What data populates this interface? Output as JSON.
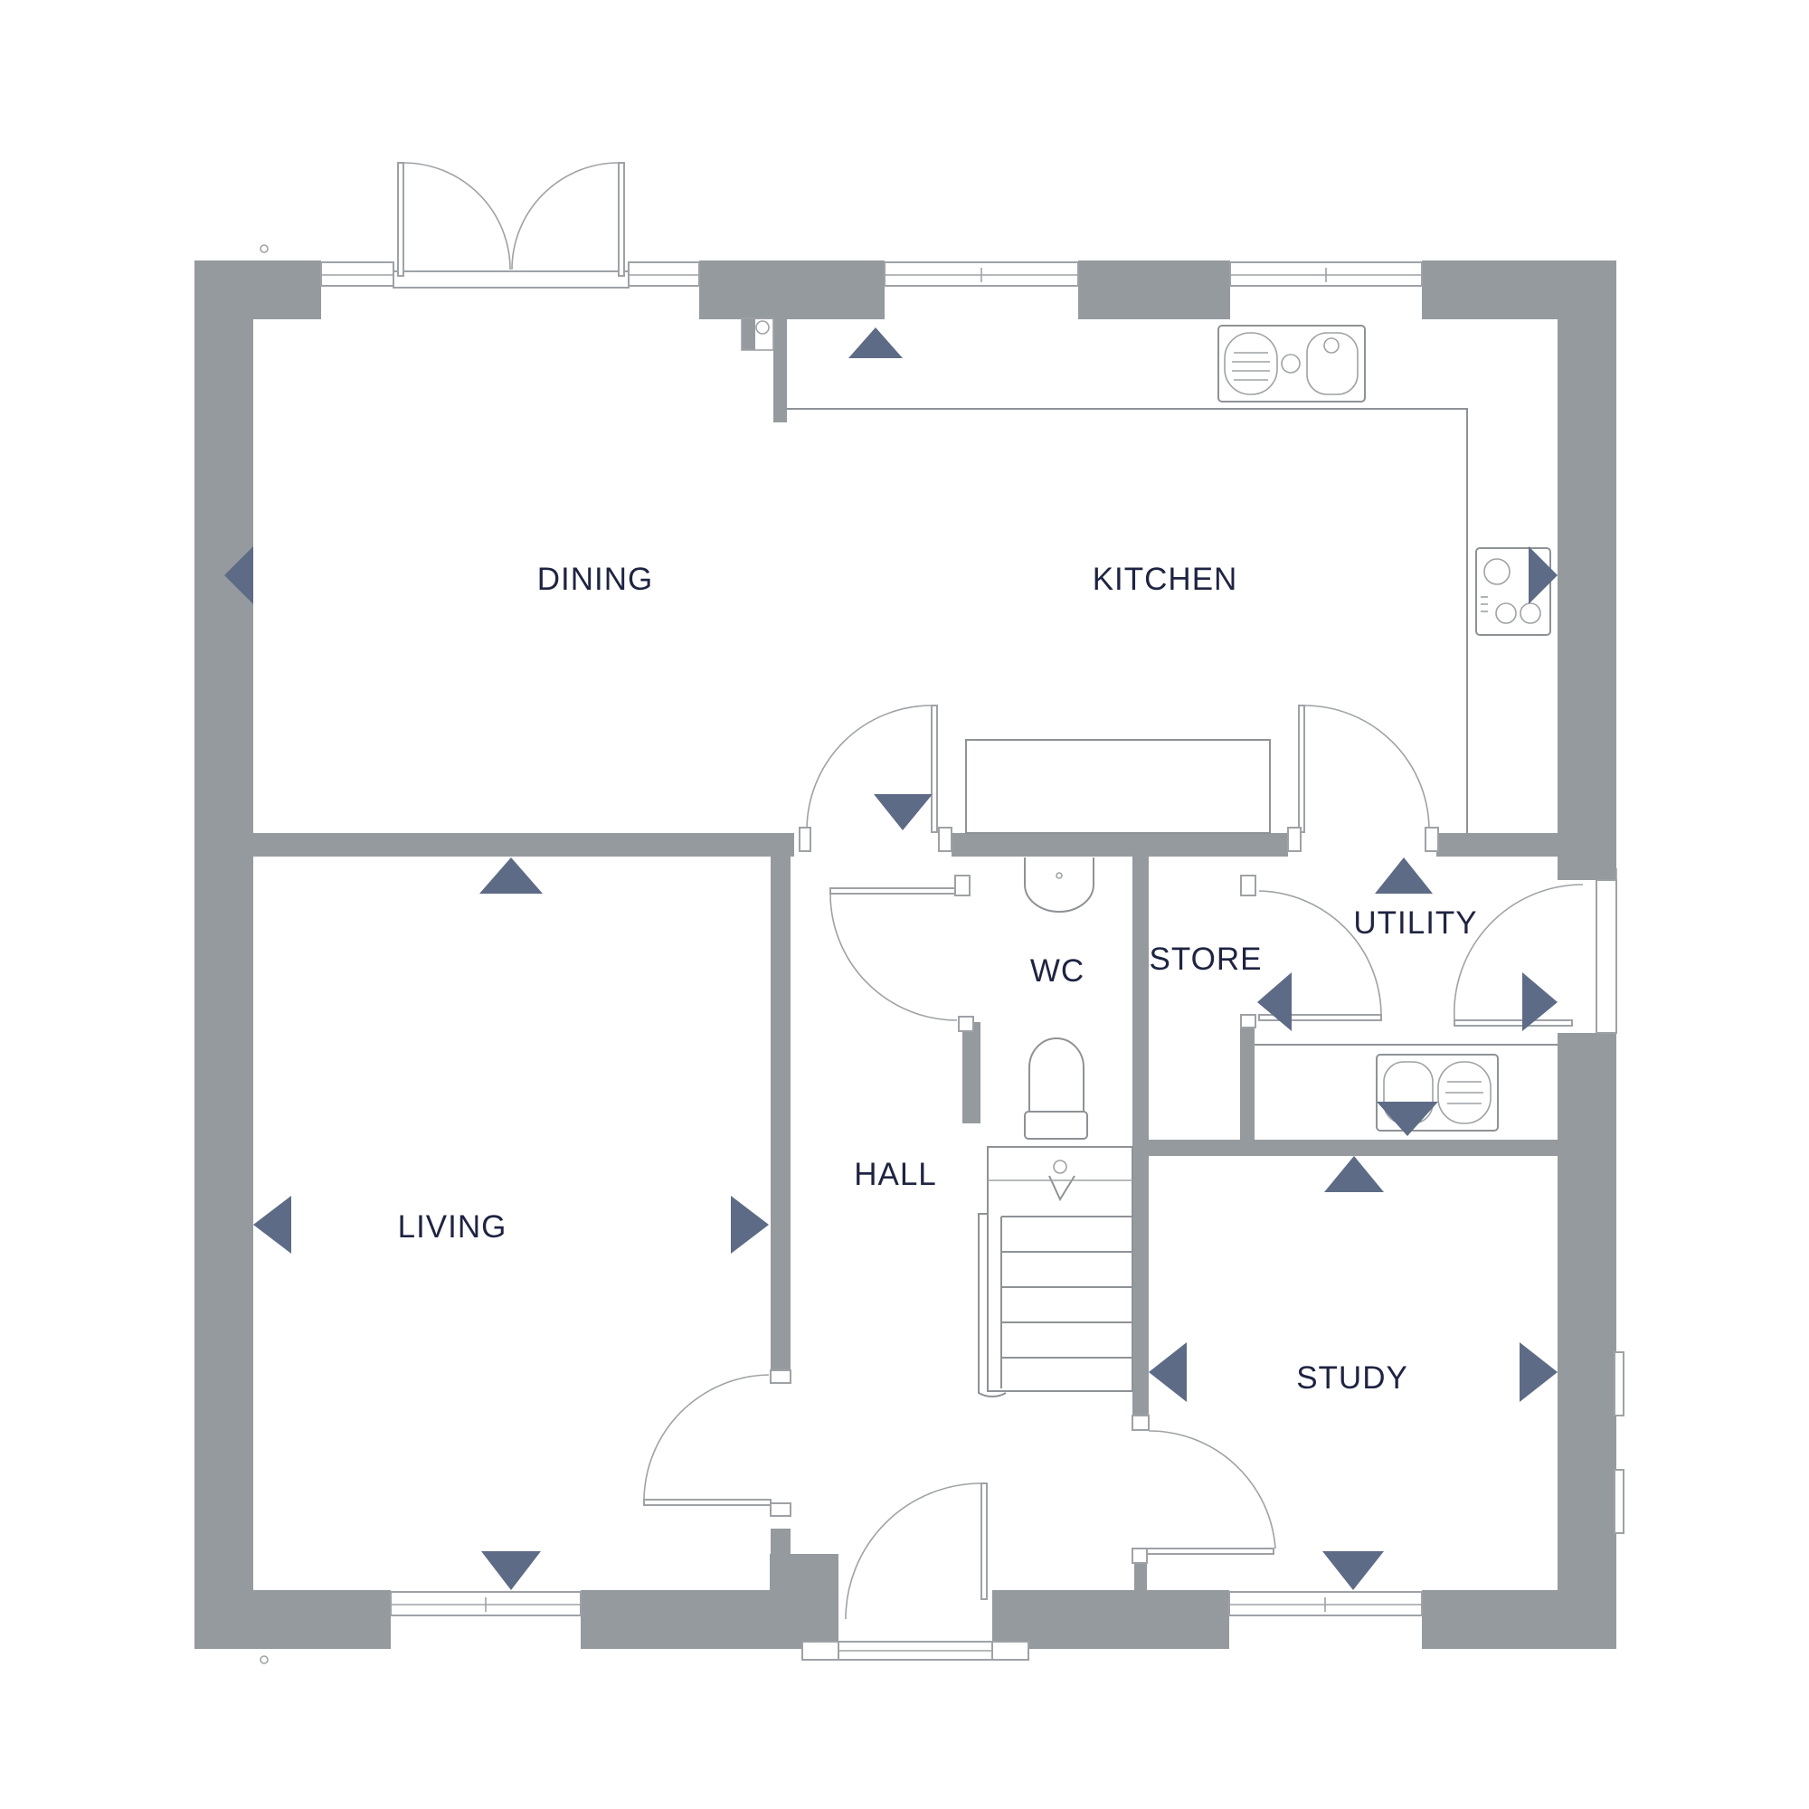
{
  "rooms": {
    "dining": "DINING",
    "kitchen": "KITCHEN",
    "living": "LIVING",
    "hall": "HALL",
    "wc": "WC",
    "store": "STORE",
    "utility": "UTILITY",
    "study": "STUDY"
  },
  "colors": {
    "wall": "#959a9e",
    "marker": "#5e6b86",
    "label": "#1f2442"
  }
}
